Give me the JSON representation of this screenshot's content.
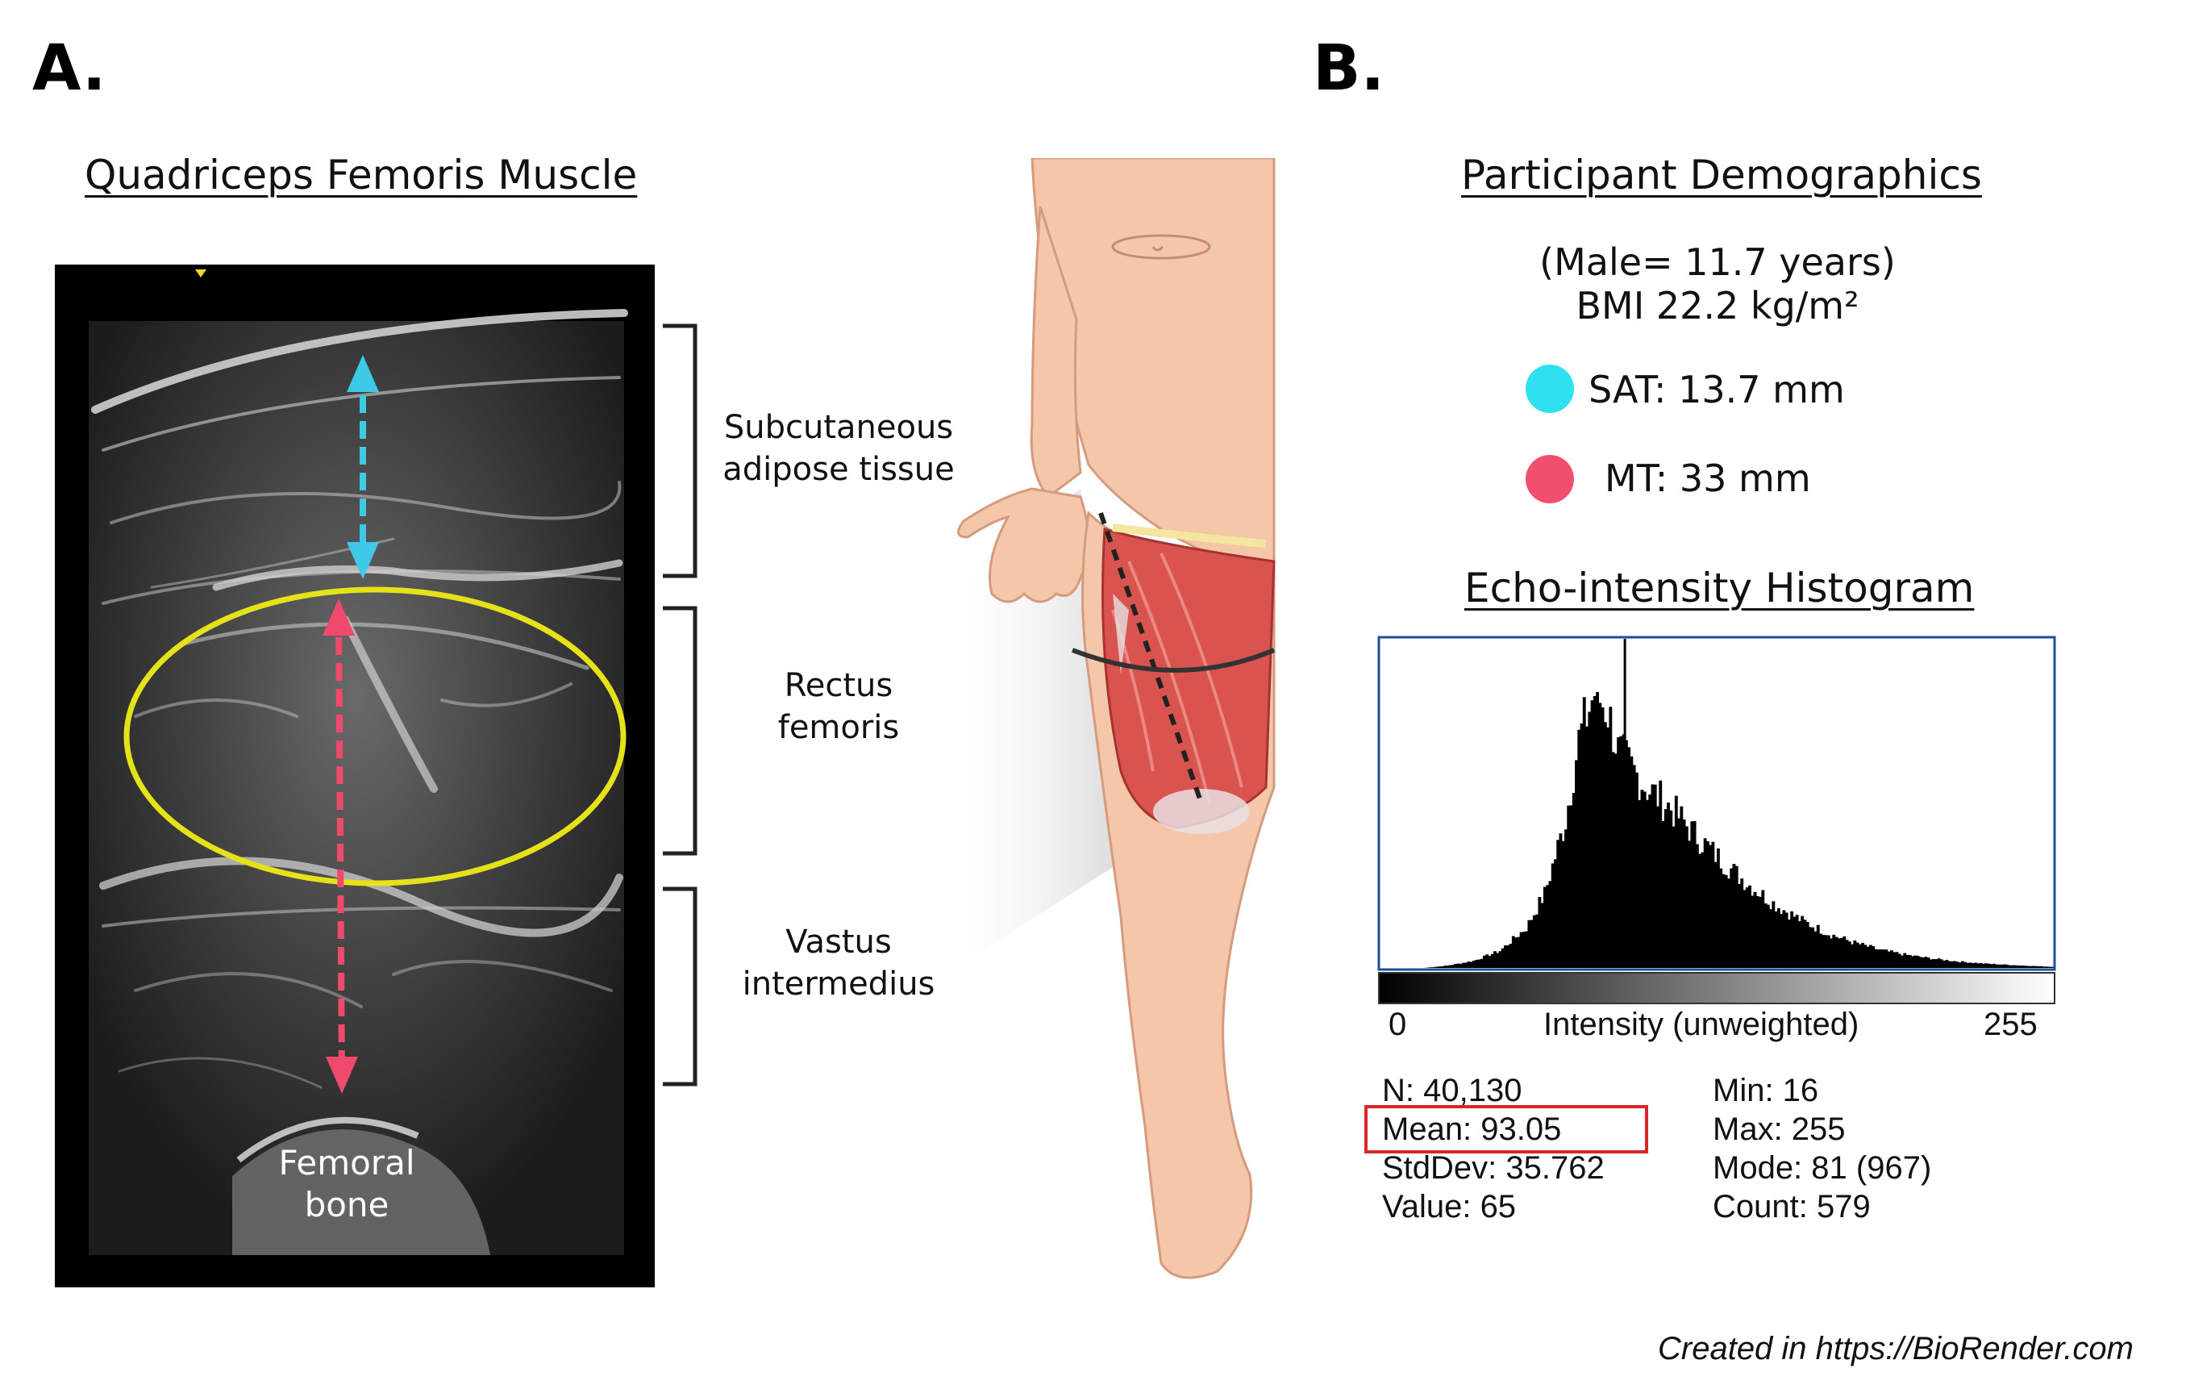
{
  "panel_a": {
    "label": "A.",
    "title": "Quadriceps Femoris Muscle",
    "regions": {
      "sat_line1": "Subcutaneous",
      "sat_line2": "adipose tissue",
      "rf_line1": "Rectus",
      "rf_line2": "femoris",
      "vi_line1": "Vastus",
      "vi_line2": "intermedius",
      "bone_line1": "Femoral",
      "bone_line2": "bone"
    },
    "colors": {
      "sat_arrow": "#3ec9e6",
      "mt_arrow": "#ef4a6b",
      "roi_ellipse": "#e5e21a"
    }
  },
  "panel_b": {
    "label": "B.",
    "demographics_title": "Participant Demographics",
    "demographic_line1": "(Male= 11.7 years)",
    "demographic_line2": "BMI 22.2 kg/m²",
    "sat_text": "SAT: 13.7 mm",
    "mt_text": "MT: 33 mm",
    "sat_color": "#2fe0ee",
    "mt_color": "#f0506e",
    "histogram_title": "Echo-intensity Histogram",
    "axis_min": "0",
    "axis_label": "Intensity (unweighted)",
    "axis_max": "255",
    "stats": {
      "n": "N: 40,130",
      "mean": "Mean: 93.05",
      "stddev": "StdDev: 35.762",
      "value": "Value: 65",
      "min": "Min: 16",
      "max": "Max: 255",
      "mode": "Mode: 81 (967)",
      "count": "Count: 579"
    },
    "highlight_color": "#d9262b"
  },
  "chart_data": {
    "type": "bar",
    "x_range": [
      0,
      255
    ],
    "xlabel": "Intensity (unweighted)",
    "mean": 93.05,
    "mode": 81,
    "mode_count": 967,
    "profile_x": [
      0,
      16,
      25,
      35,
      45,
      55,
      62,
      70,
      75,
      81,
      86,
      90,
      95,
      100,
      110,
      120,
      130,
      140,
      150,
      160,
      170,
      180,
      190,
      200,
      210,
      220,
      230,
      240,
      250,
      255
    ],
    "profile_y": [
      0,
      0,
      8,
      25,
      60,
      140,
      260,
      520,
      800,
      967,
      900,
      760,
      700,
      640,
      560,
      460,
      370,
      290,
      220,
      165,
      120,
      88,
      62,
      45,
      32,
      22,
      15,
      10,
      6,
      4
    ]
  },
  "credit": "Created in https://BioRender.com"
}
